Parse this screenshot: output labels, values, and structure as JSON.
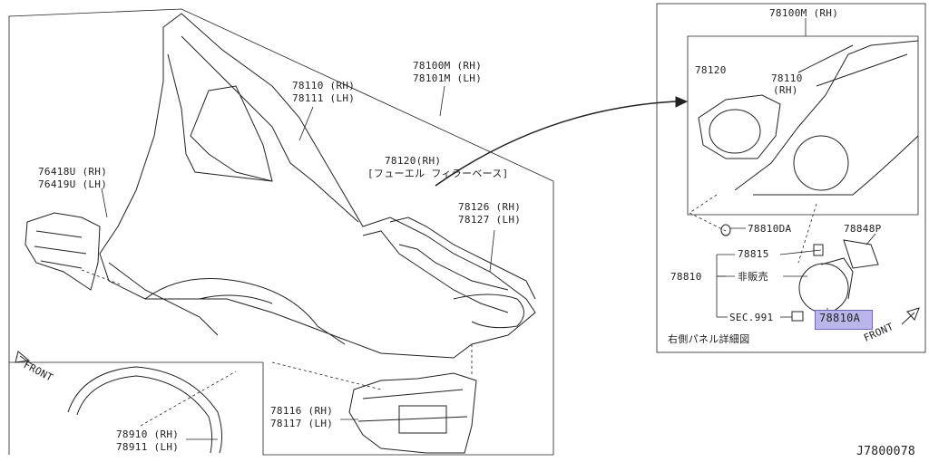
{
  "main": {
    "lbl_78110": "78110 (RH)",
    "lbl_78111": "78111 (LH)",
    "lbl_78100M": "78100M (RH)",
    "lbl_78101M": "78101M (LH)",
    "lbl_76418U": "76418U (RH)",
    "lbl_76419U": "76419U (LH)",
    "lbl_78120": "78120(RH)",
    "lbl_78120_jp": "[フューエル フィラーベース]",
    "lbl_78126": "78126 (RH)",
    "lbl_78127": "78127 (LH)",
    "lbl_78116": "78116 (RH)",
    "lbl_78117": "78117 (LH)",
    "lbl_78910": "78910 (RH)",
    "lbl_78911": "78911 (LH)",
    "front": "FRONT"
  },
  "detail": {
    "lbl_78100M": "78100M (RH)",
    "lbl_78120": "78120",
    "lbl_78110": "78110",
    "lbl_rh": "(RH)",
    "lbl_78810DA": "78810DA",
    "lbl_78848P": "78848P",
    "lbl_78815": "78815",
    "lbl_78810": "78810",
    "lbl_hanbai": "非販売",
    "lbl_sec": "SEC.991",
    "lbl_78810A": "78810A",
    "caption": "右側パネル詳細図",
    "front": "FRONT"
  },
  "footer": {
    "code": "J7800078"
  },
  "colors": {
    "highlight": "#b9b6ea",
    "line": "#222222"
  }
}
